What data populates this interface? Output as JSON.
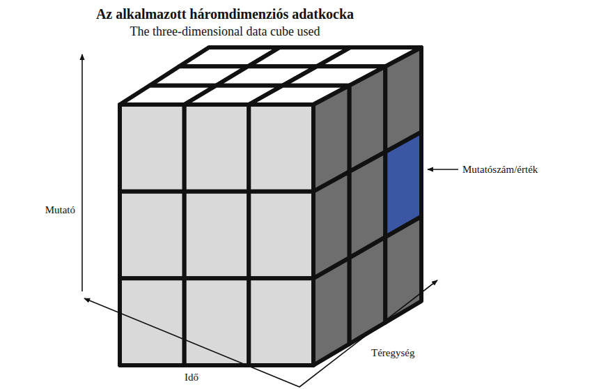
{
  "diagram": {
    "title": "Az alkalmazott háromdimenziós adatkocka",
    "labels": [
      "The three-dimensional data cube used",
      "Mutatószám/érték",
      "Mutató",
      "Idő",
      "Téregység"
    ]
  }
}
